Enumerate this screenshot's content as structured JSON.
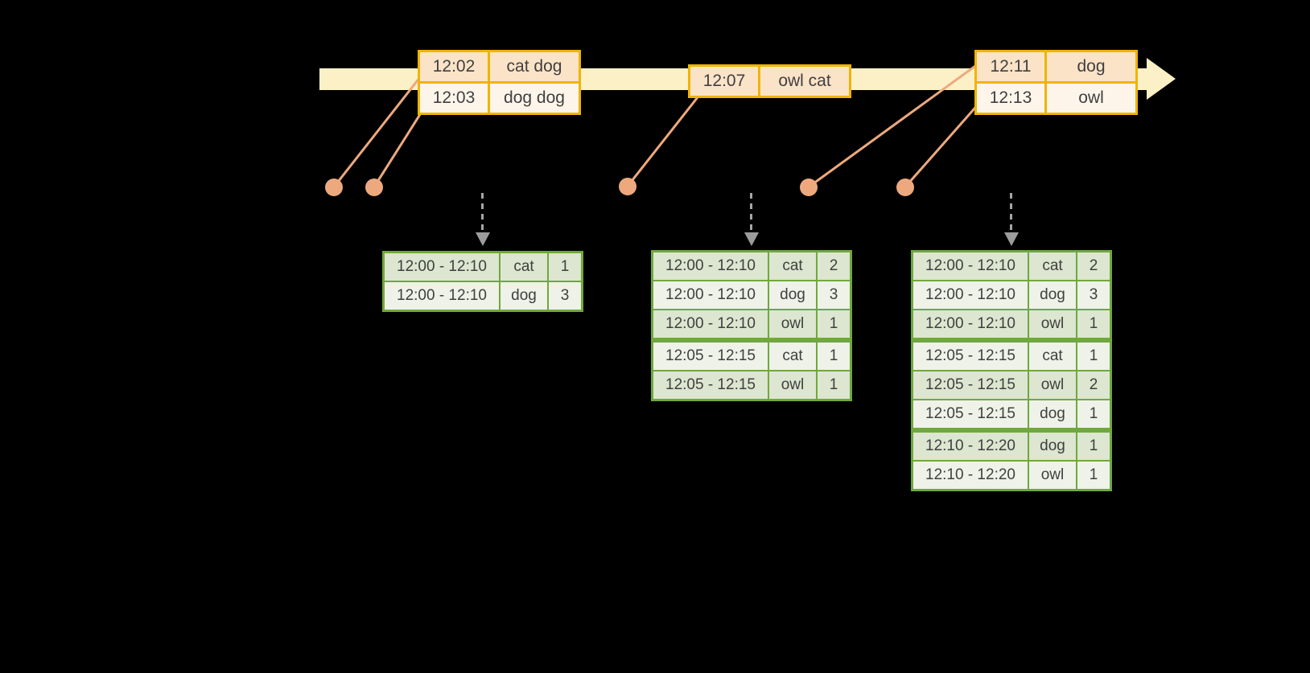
{
  "colors": {
    "background": "#000000",
    "timeline_fill": "#fcf0c7",
    "event_table_border": "#f0b400",
    "event_row_dark": "#fbe3c8",
    "event_row_light": "#fdf5ea",
    "connector": "#eda97d",
    "trigger_arrow": "#a6a6a6",
    "result_table_border": "#70a83d",
    "result_row_dark": "#dce6d0",
    "result_row_light": "#eef2e8",
    "text": "#404040"
  },
  "event_tables": [
    {
      "rows": [
        [
          "12:02",
          "cat dog"
        ],
        [
          "12:03",
          "dog dog"
        ]
      ]
    },
    {
      "rows": [
        [
          "12:07",
          "owl cat"
        ]
      ]
    },
    {
      "rows": [
        [
          "12:11",
          "dog"
        ],
        [
          "12:13",
          "owl"
        ]
      ]
    }
  ],
  "result_tables": [
    {
      "rows": [
        [
          "12:00 - 12:10",
          "cat",
          "1"
        ],
        [
          "12:00 - 12:10",
          "dog",
          "3"
        ]
      ]
    },
    {
      "rows": [
        [
          "12:00 - 12:10",
          "cat",
          "2"
        ],
        [
          "12:00 - 12:10",
          "dog",
          "3"
        ],
        [
          "12:00 - 12:10",
          "owl",
          "1"
        ],
        [
          "12:05 - 12:15",
          "cat",
          "1"
        ],
        [
          "12:05 - 12:15",
          "owl",
          "1"
        ]
      ]
    },
    {
      "rows": [
        [
          "12:00 - 12:10",
          "cat",
          "2"
        ],
        [
          "12:00 - 12:10",
          "dog",
          "3"
        ],
        [
          "12:00 - 12:10",
          "owl",
          "1"
        ],
        [
          "12:05 - 12:15",
          "cat",
          "1"
        ],
        [
          "12:05 - 12:15",
          "owl",
          "2"
        ],
        [
          "12:05 - 12:15",
          "dog",
          "1"
        ],
        [
          "12:10 - 12:20",
          "dog",
          "1"
        ],
        [
          "12:10 - 12:20",
          "owl",
          "1"
        ]
      ]
    }
  ]
}
